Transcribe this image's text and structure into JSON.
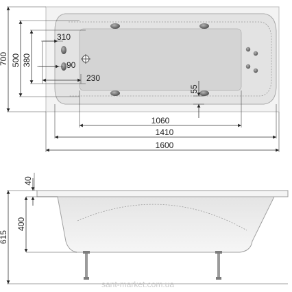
{
  "top_view": {
    "dims": {
      "length_outer": "1600",
      "length_mid": "1410",
      "length_inner": "1060",
      "height_outer": "700",
      "height_mid": "500",
      "height_inner": "380",
      "jet_offset": "310",
      "drain_offset": "90",
      "bottom_offset": "230",
      "edge_gap": "55"
    }
  },
  "side_view": {
    "dims": {
      "rim": "40",
      "depth": "400",
      "total_height": "615"
    }
  },
  "watermark": "sant-market.com.ua",
  "colors": {
    "line": "#333333",
    "tub_fill": "#f0f0f0",
    "jet": "#6a6a6a"
  }
}
